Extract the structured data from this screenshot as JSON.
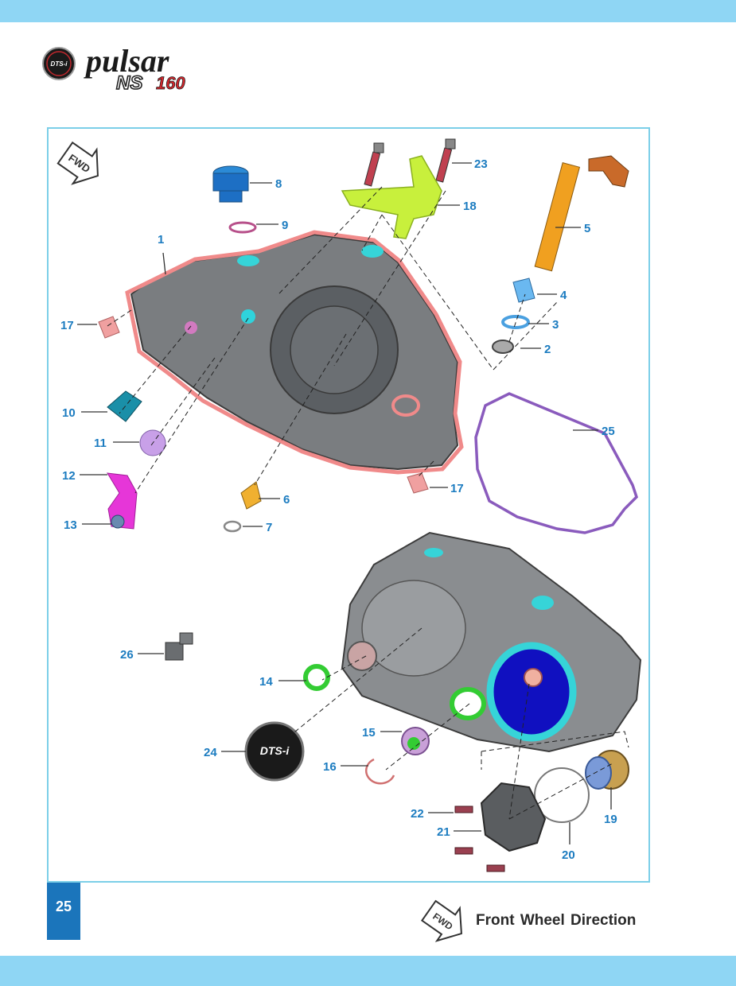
{
  "header": {
    "logo_badge": "DTS-i",
    "brand_script": "pulsar",
    "model_ns": "NS",
    "model_num": "160"
  },
  "diagram": {
    "fwd_label": "FWD",
    "callouts": [
      "1",
      "2",
      "3",
      "4",
      "5",
      "6",
      "7",
      "8",
      "9",
      "10",
      "11",
      "12",
      "13",
      "14",
      "15",
      "16",
      "17",
      "17",
      "18",
      "19",
      "20",
      "21",
      "22",
      "23",
      "24",
      "25",
      "26"
    ],
    "badge_text": "DTS-i"
  },
  "footer": {
    "page_number": "25",
    "fwd_label": "FWD",
    "legend_text": "Front Wheel Direction"
  },
  "colors": {
    "band": "#8fd6f4",
    "frame": "#7ccfe8",
    "callout": "#1c7cc0",
    "page_badge": "#1b75bb",
    "gasket_pink": "#f08a8a",
    "gasket_purple": "#8a5bbd",
    "bracket_lime": "#c8f03c",
    "bracket_magenta": "#e636d8",
    "rod_orange": "#f0a020",
    "cap_blue": "#1d6fc4",
    "ring_green": "#33cc33",
    "ring_cyan": "#36d4d8"
  }
}
